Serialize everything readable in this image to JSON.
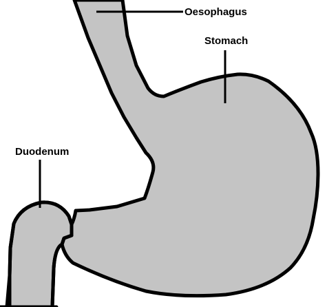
{
  "labels": {
    "oesophagus": "Oesophagus",
    "stomach": "Stomach",
    "duodenum": "Duodenum"
  },
  "colors": {
    "organ_fill": "#c4c4c4",
    "outline": "#000000",
    "background": "#ffffff"
  }
}
